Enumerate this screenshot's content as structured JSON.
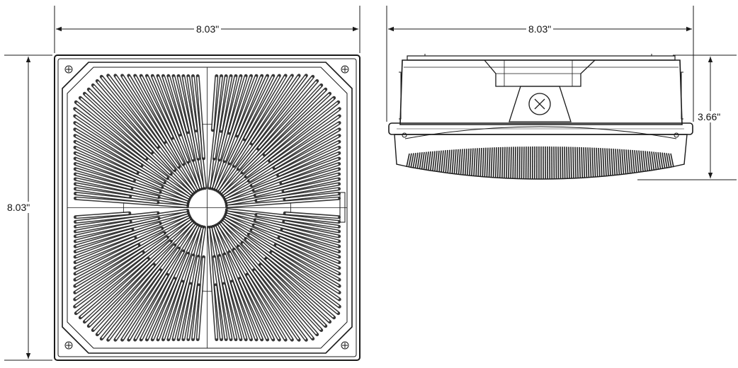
{
  "dimensions": {
    "top_view_width": "8.03\"",
    "top_view_height": "8.03\"",
    "side_view_width": "8.03\"",
    "side_view_height": "3.66\""
  },
  "colors": {
    "line": "#1a1a1a",
    "fin": "#222222",
    "background": "#ffffff"
  }
}
